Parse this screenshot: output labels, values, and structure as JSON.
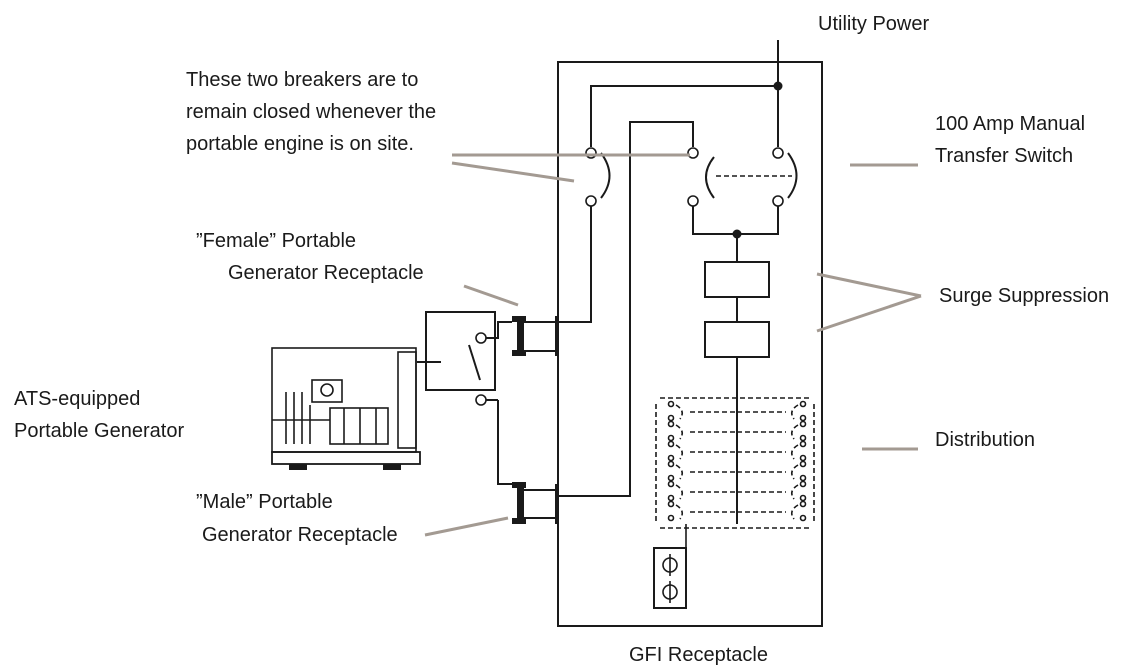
{
  "labels": {
    "utility_power": "Utility Power",
    "breakers_note": [
      "These two breakers are to",
      "remain closed whenever the",
      "portable engine is on site."
    ],
    "transfer_switch": [
      "100 Amp Manual",
      "Transfer Switch"
    ],
    "female_receptacle": [
      "”Female” Portable",
      "Generator Receptacle"
    ],
    "surge_suppression": "Surge Suppression",
    "ats_generator": [
      "ATS-equipped",
      "Portable Generator"
    ],
    "distribution": "Distribution",
    "male_receptacle": [
      "”Male” Portable",
      "Generator Receptacle"
    ],
    "gfi_receptacle": "GFI Receptacle"
  },
  "colors": {
    "line": "#1a1a1a",
    "leader": "#a39a92",
    "background": "#ffffff"
  }
}
